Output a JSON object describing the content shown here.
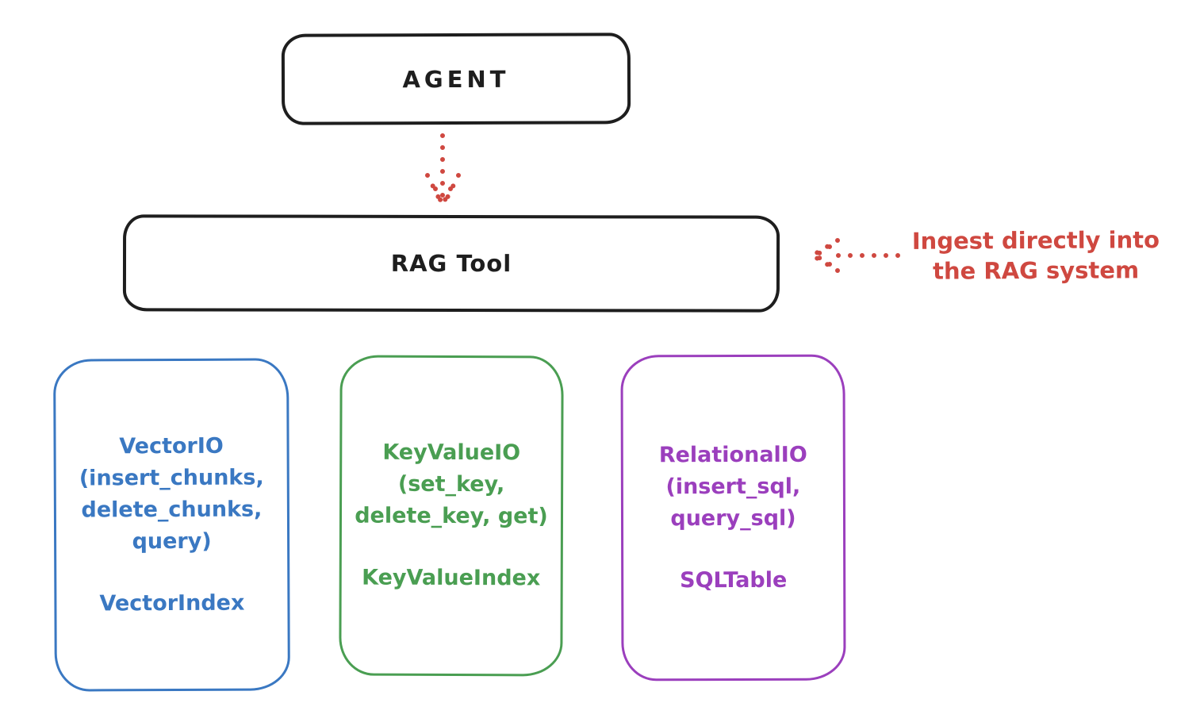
{
  "nodes": {
    "agent": {
      "label": "AGENT"
    },
    "rag_tool": {
      "label": "RAG Tool"
    },
    "vector": {
      "body": [
        "VectorIO",
        "(insert_chunks,",
        "delete_chunks,",
        "query)"
      ],
      "index_label": "VectorIndex",
      "color": "#3a78c2"
    },
    "keyvalue": {
      "body": [
        "KeyValueIO",
        "(set_key,",
        "delete_key, get)"
      ],
      "index_label": "KeyValueIndex",
      "color": "#4a9e52"
    },
    "relational": {
      "body": [
        "RelationalIO",
        "(insert_sql,",
        "query_sql)"
      ],
      "index_label": "SQLTable",
      "color": "#9b3fbd"
    }
  },
  "annotation": {
    "lines": [
      "Ingest directly into",
      "the RAG system"
    ],
    "color": "#cf4840"
  },
  "colors": {
    "stroke_black": "#1e1e1e",
    "arrow_red": "#cf4840",
    "background": "#ffffff"
  }
}
